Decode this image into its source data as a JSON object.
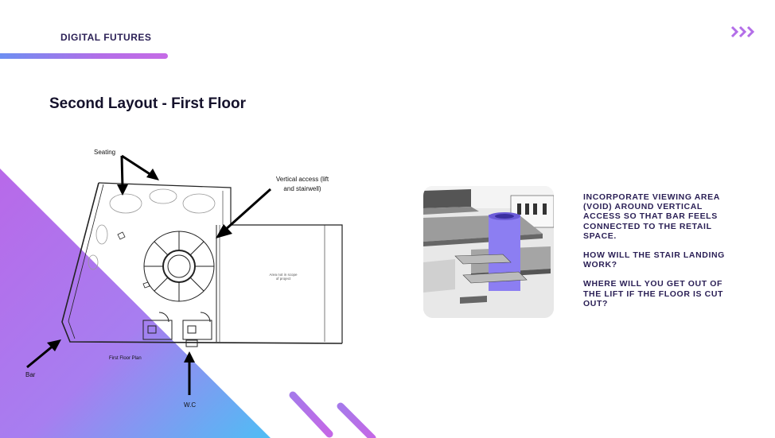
{
  "header": {
    "brand": "DIGITAL FUTURES"
  },
  "slide": {
    "title": "Second Layout - First Floor"
  },
  "plan": {
    "labels": {
      "seating": "Seating",
      "vertical_access": "Vertical access (lift and stairwell)",
      "bar": "Bar",
      "first_floor_plan": "First Floor Plan",
      "wc": "W.C",
      "area_note": "Area not in scope of project"
    }
  },
  "notes": {
    "paragraphs": [
      "INCORPORATE VIEWING AREA (VOID) AROUND VERTICAL ACCESS SO THAT BAR FEELS CONNECTED TO THE RETAIL SPACE.",
      "HOW WILL THE STAIR LANDING WORK?",
      "WHERE WILL YOU GET OUT OF THE LIFT IF THE FLOOR IS CUT OUT?"
    ]
  },
  "colors": {
    "accent_purple": "#b36ee8",
    "accent_blue": "#4fb3f2",
    "navy": "#2a1f55"
  },
  "icons": {
    "chevrons": "triple-chevron-right-icon"
  }
}
